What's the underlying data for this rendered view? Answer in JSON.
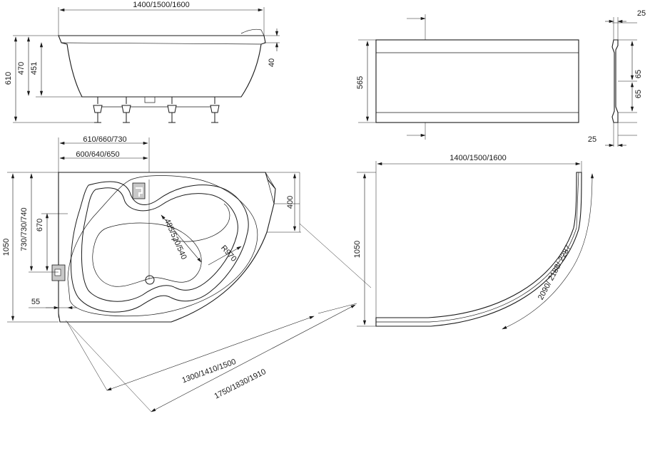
{
  "side_view": {
    "width": "1400/1500/1600",
    "total_height": "610",
    "rim_height": "470",
    "inner_height": "451",
    "rim_thickness": "40"
  },
  "panel_front": {
    "height": "565"
  },
  "panel_profile": {
    "top": "25",
    "upper": "65",
    "lower": "65",
    "bottom": "25"
  },
  "plan_view": {
    "outer_width": "610/660/730",
    "inner_width": "600/640/650",
    "depth": "1050",
    "side_depth": "730/730/740",
    "basin_depth": "670",
    "corner_height": "400",
    "drain_offset": "55",
    "basin_length": "485/520/540",
    "radius": "R970",
    "inner_diagonal": "1300/1410/1500",
    "outer_diagonal": "1750/1830/1910"
  },
  "curved_panel": {
    "width": "1400/1500/1600",
    "depth": "1050",
    "arc_length": "2090/ 2188/ 2287"
  }
}
